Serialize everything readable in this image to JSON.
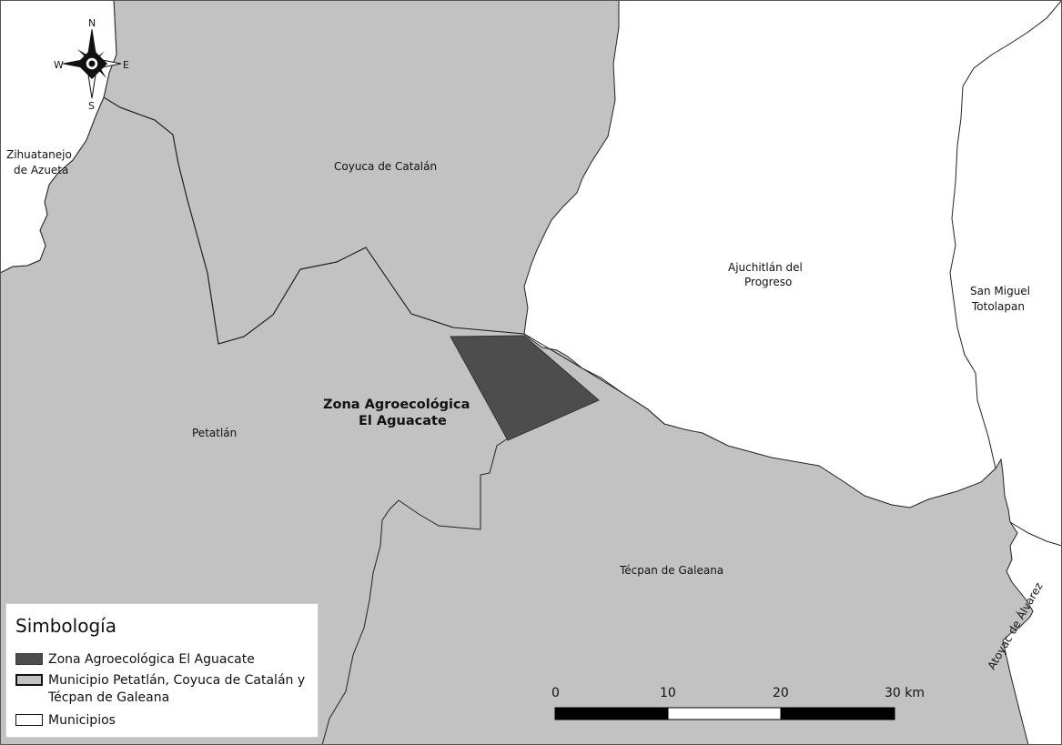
{
  "map": {
    "places": {
      "coyuca": "Coyuca de Catalán",
      "ajuchitlan_1": "Ajuchitlán del",
      "ajuchitlan_2": "Progreso",
      "san_miguel_1": "San Miguel",
      "san_miguel_2": "Totolapan",
      "zihuatanejo_1": "Zihuatanejo",
      "zihuatanejo_2": "de Azueta",
      "petatlan": "Petatlán",
      "tecpan": "Técpan de Galeana",
      "atoyac": "Atoyac de Álvarez",
      "zona_1": "Zona Agroecológica",
      "zona_2": "El Aguacate"
    },
    "compass": {
      "n": "N",
      "s": "S",
      "e": "E",
      "w": "W"
    },
    "scale": {
      "ticks": [
        "0",
        "10",
        "20",
        "30 km"
      ]
    },
    "colors": {
      "municipio": "#c2c2c2",
      "zona": "#4d4d4d",
      "other": "#ffffff",
      "border": "#222222"
    }
  },
  "legend": {
    "title": "Simbología",
    "items": [
      {
        "label": "Zona Agroecológica El Aguacate",
        "symbol": "dark-fill"
      },
      {
        "label": "Municipio Petatlán, Coyuca de Catalán y Técpan de Galeana",
        "symbol": "gray-fill-thick-border"
      },
      {
        "label": "Municipios",
        "symbol": "white-fill"
      }
    ]
  }
}
